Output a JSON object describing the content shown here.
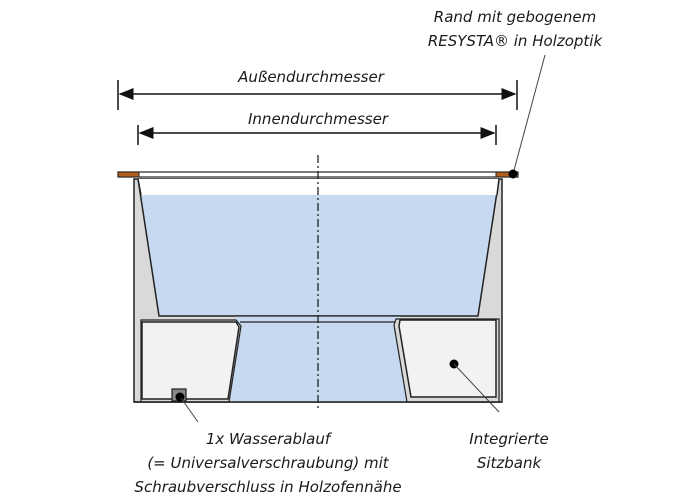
{
  "title": "Querschnitt Badezuber",
  "labels": {
    "rim_line1": "Rand mit gebogenem",
    "rim_line2": "RESYSTA® in Holzoptik",
    "outer_diameter": "Außendurchmesser",
    "inner_diameter": "Innendurchmesser",
    "drain_line1": "1x Wasserablauf",
    "drain_line2": "(= Universalverschraubung) mit",
    "drain_line3": "Schraubverschluss in Holzofennähe",
    "seat_line1": "Integrierte",
    "seat_line2": "Sitzbank"
  },
  "colors": {
    "water": "#c6d9f0",
    "wall": "#d9d9d9",
    "seat": "#f2f2f2",
    "rim_wood": "#b45f1e",
    "outline": "#222222"
  }
}
